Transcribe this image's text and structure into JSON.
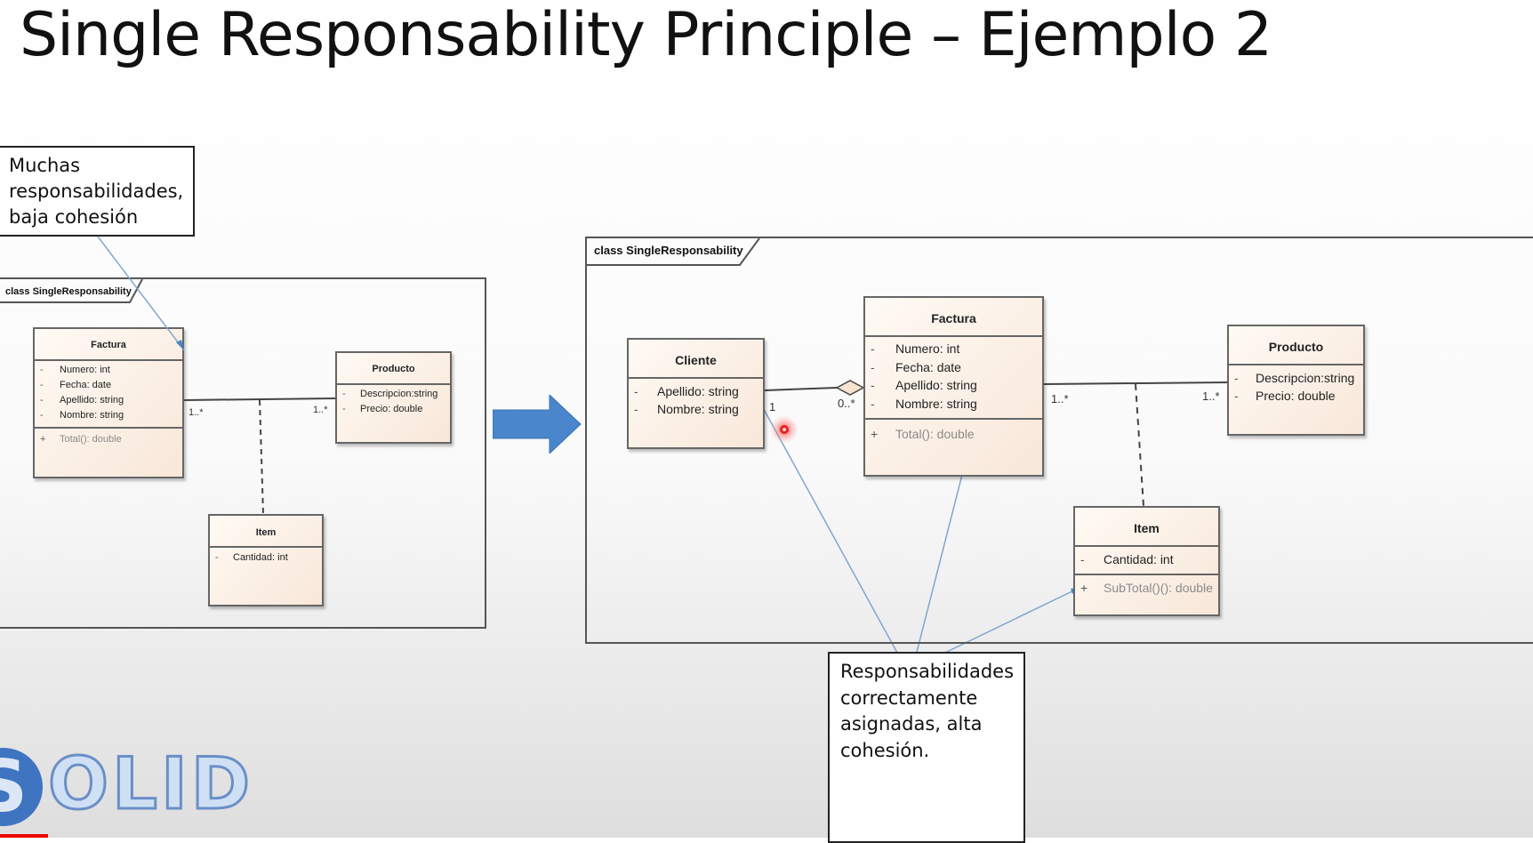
{
  "slide": {
    "title": "Single Responsability Principle – Ejemplo 2",
    "note_left": [
      "Muchas",
      "responsabilidades,",
      "baja cohesión"
    ],
    "note_right": [
      "Responsabilidades",
      "correctamente",
      "asignadas, alta",
      "cohesión."
    ],
    "logo": {
      "first_letter": "S",
      "rest": "OLID"
    }
  },
  "left_diagram": {
    "frame_label": "class SingleResponsability",
    "factura": {
      "name": "Factura",
      "attributes": [
        {
          "vis": "-",
          "text": "Numero: int"
        },
        {
          "vis": "-",
          "text": "Fecha: date"
        },
        {
          "vis": "-",
          "text": "Apellido: string"
        },
        {
          "vis": "-",
          "text": "Nombre: string"
        }
      ],
      "operations": [
        {
          "vis": "+",
          "text": "Total(): double"
        }
      ]
    },
    "producto": {
      "name": "Producto",
      "attributes": [
        {
          "vis": "-",
          "text": "Descripcion:string"
        },
        {
          "vis": "-",
          "text": "Precio: double"
        }
      ]
    },
    "item": {
      "name": "Item",
      "attributes": [
        {
          "vis": "-",
          "text": "Cantidad: int"
        }
      ]
    },
    "mult_factura": "1..*",
    "mult_producto": "1..*"
  },
  "right_diagram": {
    "frame_label": "class SingleResponsability",
    "cliente": {
      "name": "Cliente",
      "attributes": [
        {
          "vis": "-",
          "text": "Apellido: string"
        },
        {
          "vis": "-",
          "text": "Nombre: string"
        }
      ]
    },
    "factura": {
      "name": "Factura",
      "attributes": [
        {
          "vis": "-",
          "text": "Numero: int"
        },
        {
          "vis": "-",
          "text": "Fecha: date"
        },
        {
          "vis": "-",
          "text": "Apellido: string"
        },
        {
          "vis": "-",
          "text": "Nombre: string"
        }
      ],
      "operations": [
        {
          "vis": "+",
          "text": "Total(): double"
        }
      ]
    },
    "producto": {
      "name": "Producto",
      "attributes": [
        {
          "vis": "-",
          "text": "Descripcion:string"
        },
        {
          "vis": "-",
          "text": "Precio: double"
        }
      ]
    },
    "item": {
      "name": "Item",
      "attributes": [
        {
          "vis": "-",
          "text": "Cantidad: int"
        }
      ],
      "operations": [
        {
          "vis": "+",
          "text": "SubTotal()(): double"
        }
      ]
    },
    "mult_cliente": "1",
    "mult_factura_cliente": "0..*",
    "mult_factura_producto": "1..*",
    "mult_producto": "1..*"
  },
  "colors": {
    "arrow_fill": "#4a86cc",
    "annotation_line": "#7fa6cf",
    "class_fill": "#fbeee3",
    "laser_pointer": "#e52222"
  }
}
